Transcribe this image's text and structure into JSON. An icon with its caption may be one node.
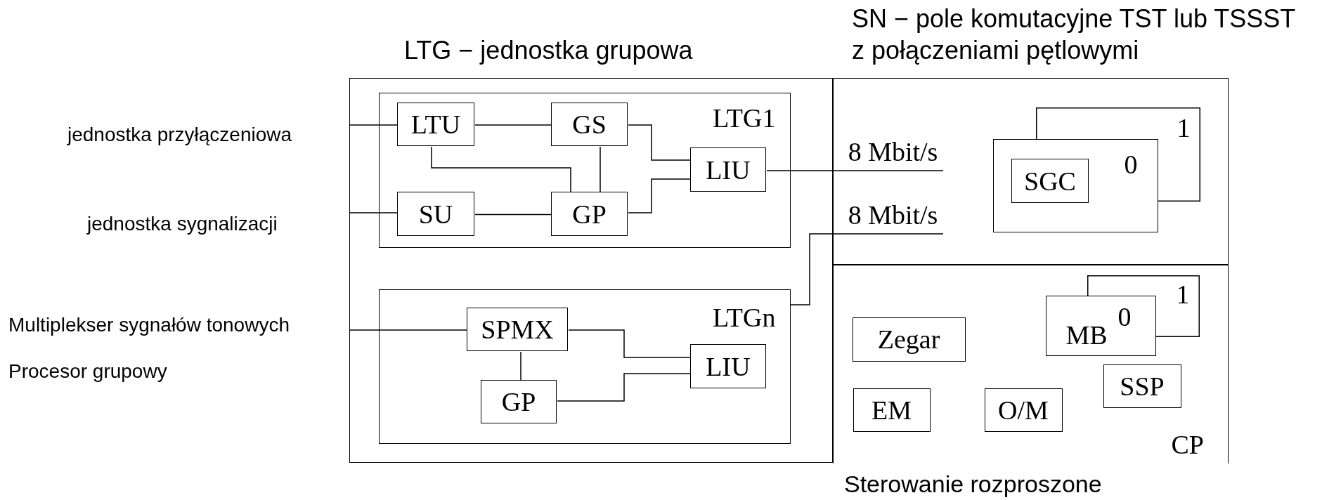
{
  "diagram": {
    "nodes": [
      {
        "text": [
          "LTG − jednostka grupowa"
        ]
      },
      {
        "text": [
          "LTG1"
        ],
        "in": 0
      },
      {
        "text": [
          "LTU"
        ],
        "in": 1
      },
      {
        "text": [
          "GS"
        ],
        "in": 1
      },
      {
        "text": [
          "LIU"
        ],
        "in": 1
      },
      {
        "text": [
          "SU"
        ],
        "in": 1
      },
      {
        "text": [
          "GP"
        ],
        "in": 1
      },
      {
        "text": [
          "LTGn"
        ],
        "in": 0
      },
      {
        "text": [
          "SPMX"
        ],
        "in": 7
      },
      {
        "text": [
          "LIU"
        ],
        "in": 7
      },
      {
        "text": [
          "GP"
        ],
        "in": 7
      },
      {
        "text": [
          "SN − pole komutacyjne TST lub TSSST z połączeniami pętlowymi"
        ]
      },
      {
        "text": [
          "8 Mbit/s"
        ],
        "in": 11
      },
      {
        "text": [
          "8 Mbit/s"
        ],
        "in": 11
      },
      {
        "text": [
          "1"
        ],
        "in": 11
      },
      {
        "text": [
          "0"
        ],
        "in": 11
      },
      {
        "text": [
          "SGC"
        ],
        "in": 15
      },
      {
        "text": [
          "CP",
          "Sterowanie rozproszone"
        ]
      },
      {
        "text": [
          "1"
        ],
        "in": 17
      },
      {
        "text": [
          "MB",
          "0"
        ],
        "in": 17
      },
      {
        "text": [
          "Zegar"
        ],
        "in": 17
      },
      {
        "text": [
          "SSP"
        ],
        "in": 17
      },
      {
        "text": [
          "EM"
        ],
        "in": 17
      },
      {
        "text": [
          "O/M"
        ],
        "in": 17
      }
    ],
    "edges": [
      {
        "from": null,
        "to": 2,
        "arrow": "none"
      },
      {
        "from": null,
        "to": 5,
        "arrow": "none"
      },
      {
        "from": null,
        "to": 8,
        "arrow": "none"
      },
      {
        "from": 2,
        "to": 3,
        "arrow": "none"
      },
      {
        "from": 2,
        "to": 6,
        "arrow": "none"
      },
      {
        "from": 3,
        "to": 6,
        "arrow": "none"
      },
      {
        "from": 3,
        "to": 4,
        "arrow": "none"
      },
      {
        "from": 6,
        "to": 4,
        "arrow": "none"
      },
      {
        "from": 5,
        "to": 6,
        "arrow": "none"
      },
      {
        "from": 4,
        "to": 12,
        "arrow": "none"
      },
      {
        "from": 8,
        "to": 10,
        "arrow": "none"
      },
      {
        "from": 8,
        "to": 9,
        "arrow": "none"
      },
      {
        "from": 10,
        "to": 9,
        "arrow": "none"
      },
      {
        "from": 7,
        "to": 13,
        "arrow": "none"
      }
    ],
    "labels": [
      "jednostka przyłączeniowa",
      "jednostka sygnalizacji",
      "Multiplekser sygnałów tonowych",
      "Procesor grupowy"
    ]
  }
}
